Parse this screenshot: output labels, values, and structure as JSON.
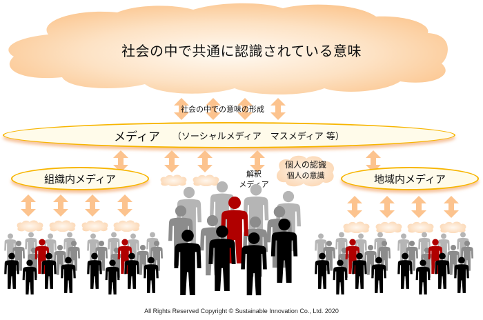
{
  "top_cloud": {
    "label": "社会の中で共通に認識されている意味"
  },
  "formation": {
    "label": "社会の中での意味の形成"
  },
  "media": {
    "label": "メディア",
    "sub_label": "（ソーシャルメディア　マスメディア 等）"
  },
  "org_media": {
    "label": "組織内メディア"
  },
  "region_media": {
    "label": "地域内メディア"
  },
  "interpretation": {
    "line1": "解釈",
    "line2": "メディア"
  },
  "individual": {
    "line1": "個人の認識",
    "line2": "個人の意識"
  },
  "footer": {
    "text": "All Rights Reserved Copyright © Sustainable Innovation Co., Ltd.  2020"
  },
  "colors": {
    "accent_orange": "#fcc38e",
    "ellipse_border": "#f7b500",
    "ellipse_fill": "#fffbea",
    "highlight_person": "#b00000",
    "person_black": "#000000",
    "person_gray": "#8c8c8c",
    "person_light": "#b5b5b5"
  }
}
